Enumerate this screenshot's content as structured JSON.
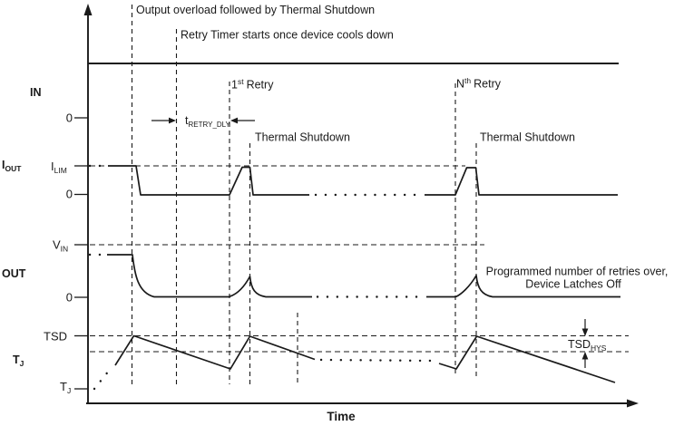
{
  "diagram": {
    "background": "#ffffff",
    "stroke_color": "#1a1a1a",
    "time_axis_label": "Time",
    "annotations": {
      "overload": "Output overload followed by Thermal Shutdown",
      "retry_timer": "Retry Timer starts once device cools down",
      "first_retry": {
        "base": "1",
        "sup": "st",
        "rest": "Retry"
      },
      "nth_retry": {
        "base": "N",
        "sup": "th",
        "rest": "Retry"
      },
      "retry_delay": {
        "base": "t",
        "sub": "RETRY_DLY"
      },
      "thermal_shutdown_first": "Thermal Shutdown",
      "thermal_shutdown_nth": "Thermal Shutdown",
      "latch_off": {
        "line1": "Programmed number of retries over,",
        "line2": "Device Latches Off"
      },
      "tsd_hys": {
        "base": "TSD",
        "sub": "HYS"
      }
    },
    "signals": {
      "in": {
        "name": "IN",
        "zero": "0"
      },
      "iout": {
        "name": {
          "base": "I",
          "sub": "OUT"
        },
        "ilim": {
          "base": "I",
          "sub": "LIM"
        },
        "zero": "0"
      },
      "out": {
        "name": "OUT",
        "vin": {
          "base": "V",
          "sub": "IN"
        },
        "zero": "0"
      },
      "tj": {
        "name": {
          "base": "T",
          "sub": "J"
        },
        "tsd": "TSD",
        "tj_start": {
          "base": "T",
          "sub": "J"
        }
      }
    }
  }
}
